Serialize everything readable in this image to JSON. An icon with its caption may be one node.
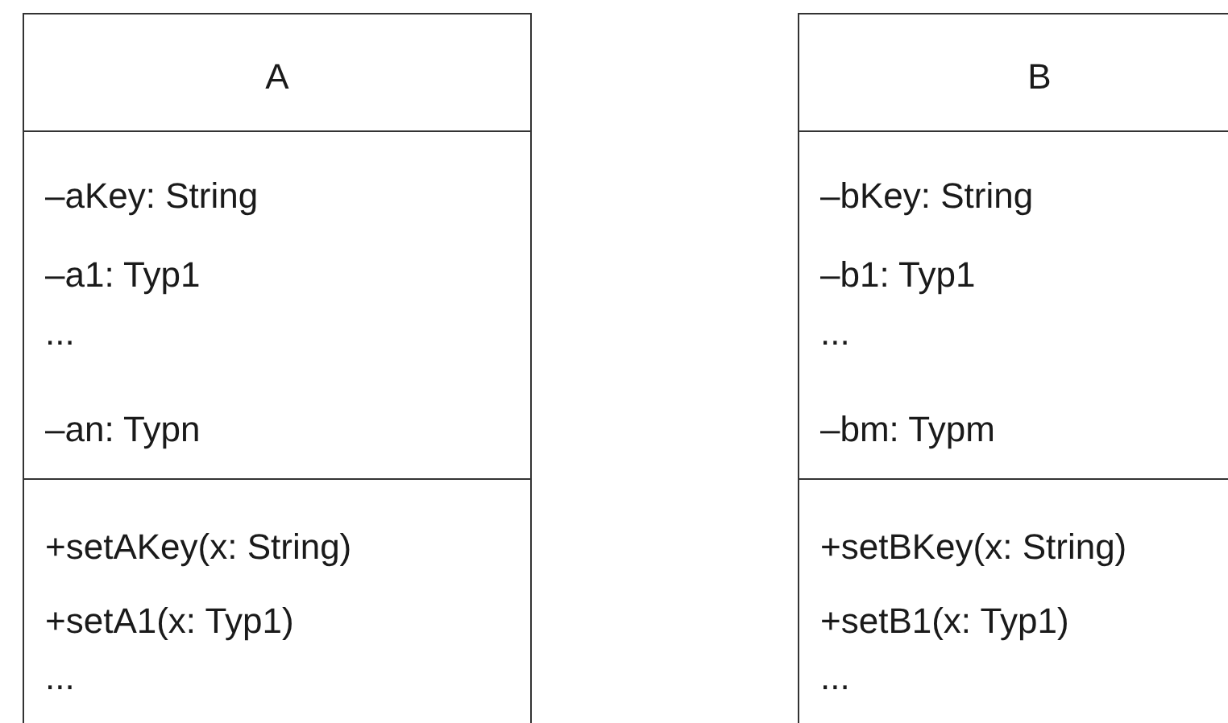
{
  "diagram": {
    "nodes": [
      {
        "text": [
          "A"
        ]
      },
      {
        "text": [
          "–aKey: String",
          "–a1: Typ1",
          "...",
          "–an: Typn"
        ],
        "in": 0
      },
      {
        "text": [
          "+setAKey(x: String)",
          "+setA1(x: Typ1)",
          "..."
        ],
        "in": 0
      },
      {
        "text": [
          "B"
        ]
      },
      {
        "text": [
          "–bKey: String",
          "–b1: Typ1",
          "...",
          "–bm: Typm"
        ],
        "in": 3
      },
      {
        "text": [
          "+setBKey(x: String)",
          "+setB1(x: Typ1)",
          "..."
        ],
        "in": 3
      }
    ]
  }
}
